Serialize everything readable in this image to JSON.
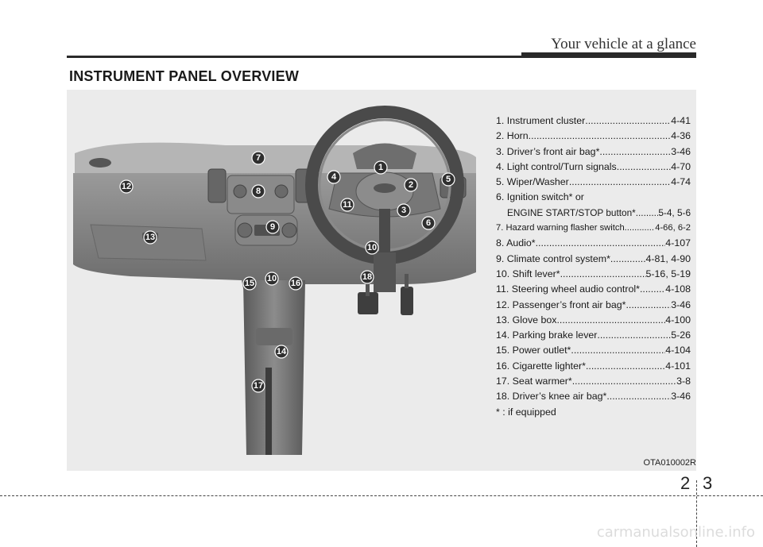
{
  "header": {
    "section": "Your vehicle at a glance"
  },
  "title": "INSTRUMENT PANEL OVERVIEW",
  "legend": [
    {
      "label": "1. Instrument cluster",
      "page": "4-41"
    },
    {
      "label": "2. Horn ",
      "page": "4-36"
    },
    {
      "label": "3. Driver’s front air bag* ",
      "page": "3-46"
    },
    {
      "label": "4. Light control/Turn signals ",
      "page": "4-70"
    },
    {
      "label": "5. Wiper/Washer",
      "page": "4-74"
    },
    {
      "label": "6. Ignition switch* or",
      "page": ""
    },
    {
      "label": "ENGINE START/STOP button* ",
      "page": "5-4, 5-6"
    },
    {
      "label": "7. Hazard warning flasher switch ",
      "page": "4-66, 6-2"
    },
    {
      "label": "8. Audio* ",
      "page": "4-107"
    },
    {
      "label": "9. Climate control system* ",
      "page": "4-81, 4-90"
    },
    {
      "label": "10. Shift lever* ",
      "page": "5-16, 5-19"
    },
    {
      "label": "11. Steering wheel audio control* ",
      "page": "4-108"
    },
    {
      "label": "12. Passenger’s front air bag* ",
      "page": "3-46"
    },
    {
      "label": "13. Glove box ",
      "page": "4-100"
    },
    {
      "label": "14. Parking brake lever ",
      "page": "5-26"
    },
    {
      "label": "15. Power outlet* ",
      "page": "4-104"
    },
    {
      "label": "16. Cigarette lighter* ",
      "page": "4-101"
    },
    {
      "label": "17. Seat warmer* ",
      "page": "3-8"
    },
    {
      "label": "18. Driver’s knee air bag* ",
      "page": "3-46"
    }
  ],
  "note": "* : if equipped",
  "image_code": "OTA010002R",
  "callouts": [
    "1",
    "2",
    "3",
    "4",
    "5",
    "6",
    "7",
    "8",
    "9",
    "10",
    "10",
    "11",
    "12",
    "13",
    "14",
    "15",
    "16",
    "17",
    "18"
  ],
  "page": {
    "chapter": "2",
    "number": "3"
  },
  "watermark": "carmanualsonline.info"
}
